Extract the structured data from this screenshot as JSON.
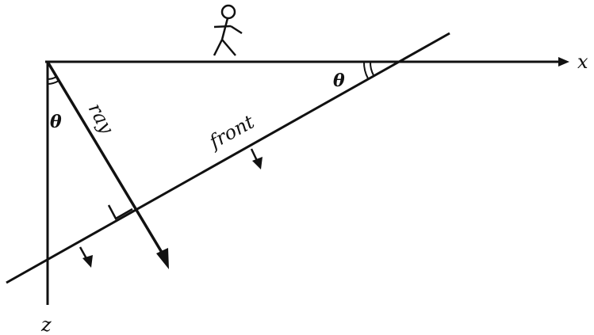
{
  "labels": {
    "x_axis": "x",
    "z_axis": "z",
    "ray": "ray",
    "front": "front",
    "theta_at_origin": "θ",
    "theta_at_surface": "θ"
  }
}
